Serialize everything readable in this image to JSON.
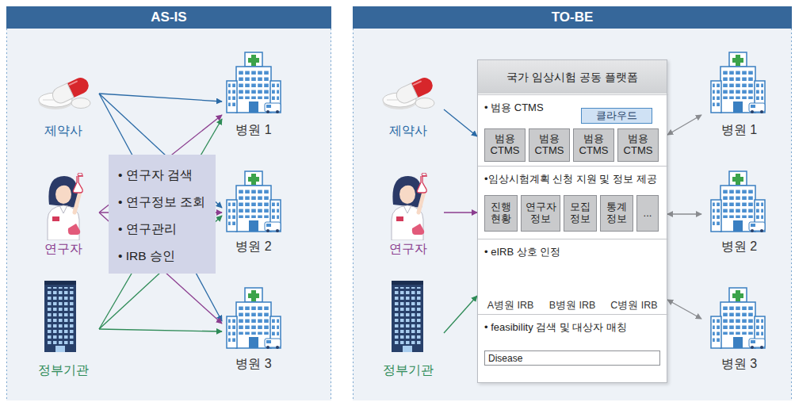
{
  "diagram": {
    "nodes": [
      {
        "text": [
          "AS-IS"
        ]
      },
      {
        "text": [
          "TO-BE"
        ]
      },
      {
        "text": [
          "제약사"
        ]
      },
      {
        "text": [
          "연구자"
        ]
      },
      {
        "text": [
          "정부기관"
        ]
      },
      {
        "text": [
          "병원 1"
        ]
      },
      {
        "text": [
          "병원 2"
        ]
      },
      {
        "text": [
          "병원 3"
        ]
      },
      {
        "text": [
          "• 연구자 검색",
          "• 연구정보 조회",
          "• 연구관리",
          "• IRB 승인"
        ]
      },
      {
        "text": [
          "제약사"
        ]
      },
      {
        "text": [
          "연구자"
        ]
      },
      {
        "text": [
          "정부기관"
        ]
      },
      {
        "text": [
          "국가 임상시험 공동 플랫폼"
        ]
      },
      {
        "text": [
          "• 범용 CTMS"
        ],
        "in": 12
      },
      {
        "text": [
          "클라우드"
        ],
        "in": 13
      },
      {
        "text": [
          "범용 CTMS"
        ],
        "in": 13
      },
      {
        "text": [
          "범용 CTMS"
        ],
        "in": 13
      },
      {
        "text": [
          "범용 CTMS"
        ],
        "in": 13
      },
      {
        "text": [
          "범용 CTMS"
        ],
        "in": 13
      },
      {
        "text": [
          "•임상시험계획 신청 지원 및 정보 제공"
        ],
        "in": 12
      },
      {
        "text": [
          "진행 현황"
        ],
        "in": 19
      },
      {
        "text": [
          "연구자 정보"
        ],
        "in": 19
      },
      {
        "text": [
          "모집 정보"
        ],
        "in": 19
      },
      {
        "text": [
          "통계 정보"
        ],
        "in": 19
      },
      {
        "text": [
          "..."
        ],
        "in": 19
      },
      {
        "text": [
          "• eIRB 상호 인정"
        ],
        "in": 12
      },
      {
        "text": [
          "A병원 IRB"
        ],
        "in": 25
      },
      {
        "text": [
          "B병원 IRB"
        ],
        "in": 25
      },
      {
        "text": [
          "C병원 IRB"
        ],
        "in": 25
      },
      {
        "text": [
          "• feasibility 검색 및 대상자 매칭"
        ],
        "in": 12
      },
      {
        "text": [
          "Disease"
        ],
        "in": 29
      },
      {
        "text": [
          "병원 1"
        ]
      },
      {
        "text": [
          "병원 2"
        ]
      },
      {
        "text": [
          "병원 3"
        ]
      }
    ],
    "edges": [
      {
        "from": 2,
        "to": 5,
        "arrow": "to"
      },
      {
        "from": 2,
        "to": 6,
        "arrow": "to"
      },
      {
        "from": 2,
        "to": 7,
        "arrow": "to"
      },
      {
        "from": 3,
        "to": 5,
        "arrow": "to"
      },
      {
        "from": 3,
        "to": 6,
        "arrow": "to"
      },
      {
        "from": 3,
        "to": 7,
        "arrow": "to"
      },
      {
        "from": 4,
        "to": 5,
        "arrow": "to"
      },
      {
        "from": 4,
        "to": 6,
        "arrow": "to"
      },
      {
        "from": 4,
        "to": 7,
        "arrow": "to"
      },
      {
        "from": 9,
        "to": 12,
        "arrow": "to"
      },
      {
        "from": 10,
        "to": 12,
        "arrow": "to"
      },
      {
        "from": 11,
        "to": 12,
        "arrow": "to"
      },
      {
        "from": 31,
        "to": 12,
        "arrow": "both"
      },
      {
        "from": 32,
        "to": 12,
        "arrow": "both"
      },
      {
        "from": 33,
        "to": 12,
        "arrow": "both"
      }
    ]
  }
}
